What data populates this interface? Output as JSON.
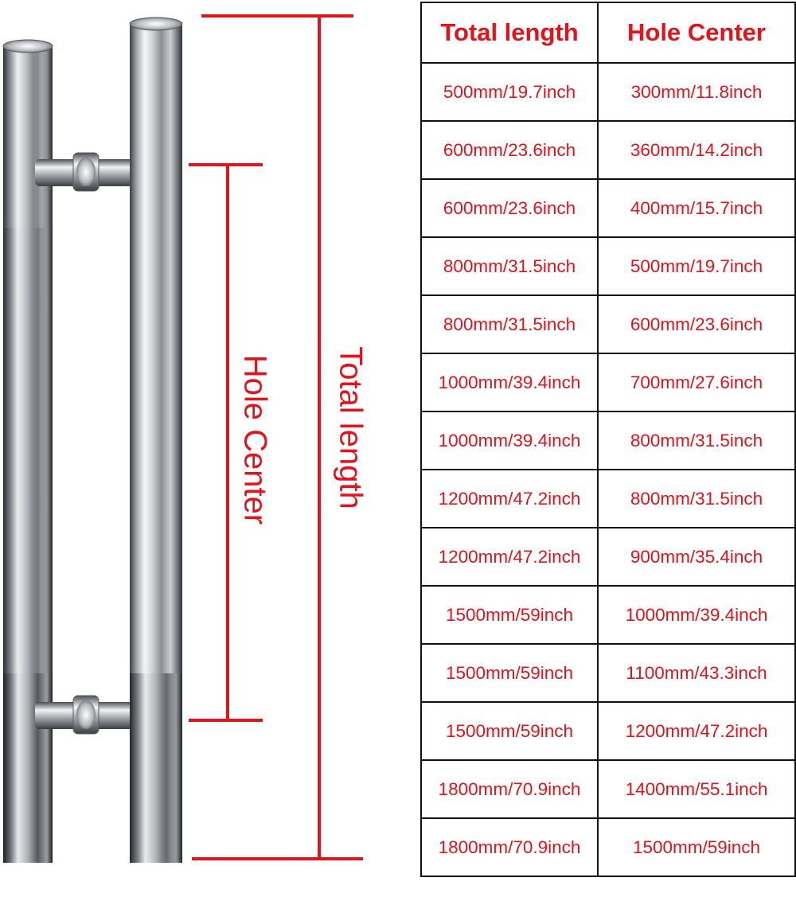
{
  "illustration": {
    "hole_center_label": "Hole Center",
    "total_length_label": "Total length",
    "dimension_color": "#e3121b",
    "metal_color": "#b9bcc0"
  },
  "table": {
    "headers": [
      "Total length",
      "Hole Center"
    ],
    "rows": [
      [
        "500mm/19.7inch",
        "300mm/11.8inch"
      ],
      [
        "600mm/23.6inch",
        "360mm/14.2inch"
      ],
      [
        "600mm/23.6inch",
        "400mm/15.7inch"
      ],
      [
        "800mm/31.5inch",
        "500mm/19.7inch"
      ],
      [
        "800mm/31.5inch",
        "600mm/23.6inch"
      ],
      [
        "1000mm/39.4inch",
        "700mm/27.6inch"
      ],
      [
        "1000mm/39.4inch",
        "800mm/31.5inch"
      ],
      [
        "1200mm/47.2inch",
        "800mm/31.5inch"
      ],
      [
        "1200mm/47.2inch",
        "900mm/35.4inch"
      ],
      [
        "1500mm/59inch",
        "1000mm/39.4inch"
      ],
      [
        "1500mm/59inch",
        "1100mm/43.3inch"
      ],
      [
        "1500mm/59inch",
        "1200mm/47.2inch"
      ],
      [
        "1800mm/70.9inch",
        "1400mm/55.1inch"
      ],
      [
        "1800mm/70.9inch",
        "1500mm/59inch"
      ]
    ],
    "text_color": "#e3121b",
    "border_color": "#111111"
  }
}
